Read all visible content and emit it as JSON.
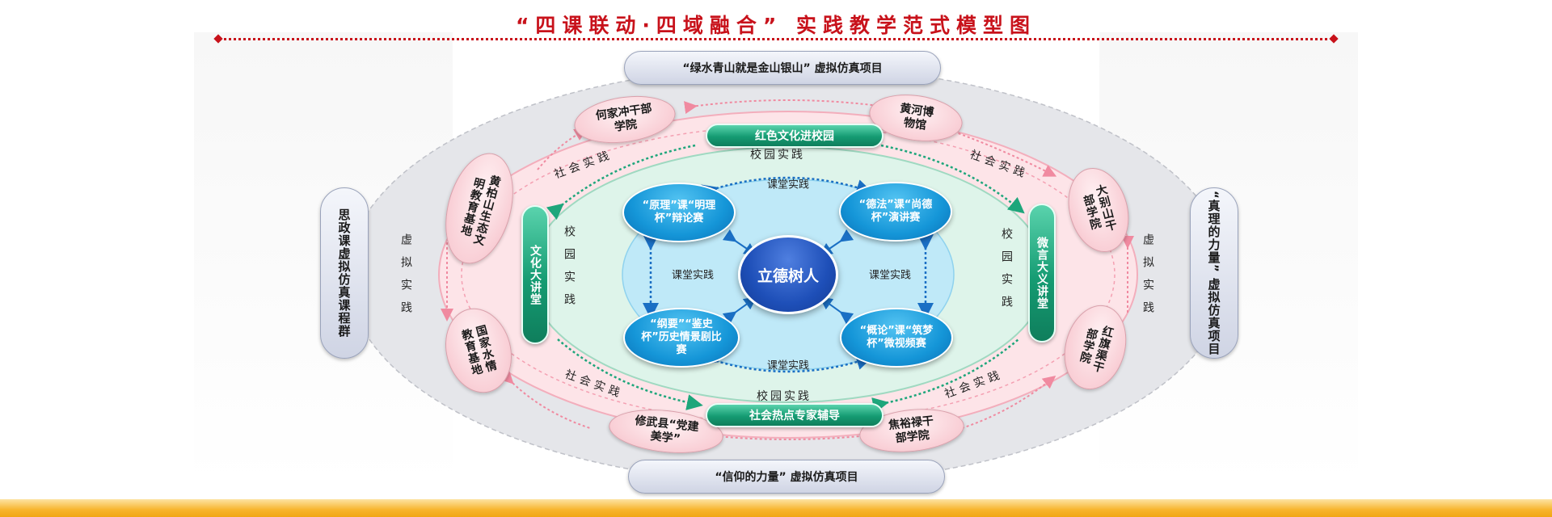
{
  "title": "“四课联动·四域融合” 实践教学范式模型图",
  "colors": {
    "title_red": "#c8121b",
    "outer_gray": "#c9cbd2",
    "pink_ring": "#fde4e8",
    "green_ring": "#def4ea",
    "blue_core": "#1e4fb8"
  },
  "outer_projects": {
    "top": "“绿水青山就是金山银山” 虚拟仿真项目",
    "bottom": "“信仰的力量” 虚拟仿真项目",
    "left": "思政课虚拟仿真课程群",
    "right": "“真理的力量” 虚拟仿真项目"
  },
  "ring_labels": {
    "virtual_practice": "虚拟实践",
    "social_practice": "社会实践",
    "campus_practice": "校园实践",
    "classroom_practice": "课堂实践"
  },
  "social_sites": {
    "hejiachong": "何家冲干部学院",
    "huanghe": "黄河博物馆",
    "huangbaishan": "黄柏山生态文明教育基地",
    "dabieshan": "大别山干部学院",
    "guojia": "国家水情教育基地",
    "hongqiqu": "红旗渠干部学院",
    "xiuwu": "修武县“党建美学”",
    "jiaoyulu": "焦裕禄干部学院"
  },
  "campus_programs": {
    "top": "红色文化进校园",
    "bottom": "社会热点专家辅导",
    "left": "文化大讲堂",
    "right": "微言大义讲堂"
  },
  "classroom_contests": {
    "top_left": "“原理”课“明理杯”辩论赛",
    "top_right": "“德法”课“尚德杯”演讲赛",
    "bottom_left": "“纲要”“鉴史杯”历史情景剧比赛",
    "bottom_right": "“概论”课“筑梦杯”微视频赛"
  },
  "core": "立德树人"
}
